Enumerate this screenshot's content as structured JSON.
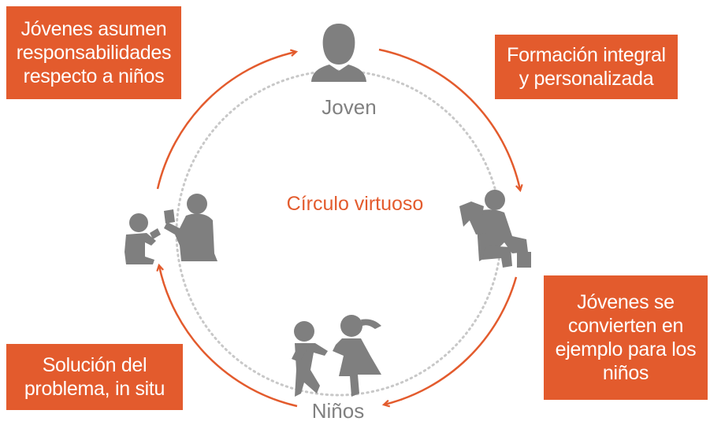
{
  "center_label": "Círculo virtuoso",
  "nodes": {
    "top": "Joven",
    "bottom": "Niños"
  },
  "boxes": {
    "top_left": [
      "Jóvenes asumen",
      "responsabilidades",
      "respecto a niños"
    ],
    "top_right": [
      "Formación integral",
      "y personalizada"
    ],
    "bottom_right": [
      "Jóvenes se",
      "convierten en",
      "ejemplo para los",
      "niños"
    ],
    "bottom_left": [
      "Solución del",
      "problema, in situ"
    ]
  },
  "colors": {
    "accent": "#e35b2d",
    "icon_gray": "#7f7f7f",
    "dotted_circle": "#c8c8c8"
  },
  "icons": [
    "person-icon",
    "reading-person-icon",
    "playing-children-icon",
    "adult-with-child-icon"
  ]
}
